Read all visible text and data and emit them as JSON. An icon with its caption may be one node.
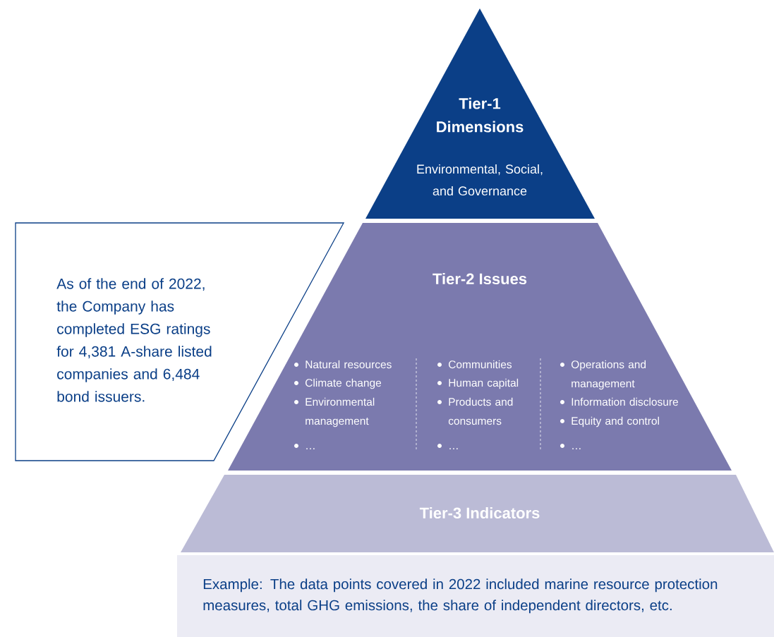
{
  "diagram": {
    "nodes": [
      {
        "text": [
          "Tier-1 Dimensions",
          "Environmental, Social, and Governance"
        ]
      },
      {
        "text": [
          "Tier-2 Issues",
          "Natural resources",
          "Climate change",
          "Environmental management",
          "…",
          "Communities",
          "Human capital",
          "Products and consumers",
          "…",
          "Operations and management",
          "Information disclosure",
          "Equity and control",
          "…"
        ]
      },
      {
        "text": [
          "Tier-3 Indicators"
        ]
      },
      {
        "text": [
          "Example: The data points covered in 2022 included marine resource protection measures, total GHG emissions, the share of independent directors, etc."
        ]
      },
      {
        "text": [
          "As of the end of 2022, the Company has completed ESG ratings for 4,381 A-share listed companies and 6,484 bond issuers."
        ]
      }
    ]
  }
}
